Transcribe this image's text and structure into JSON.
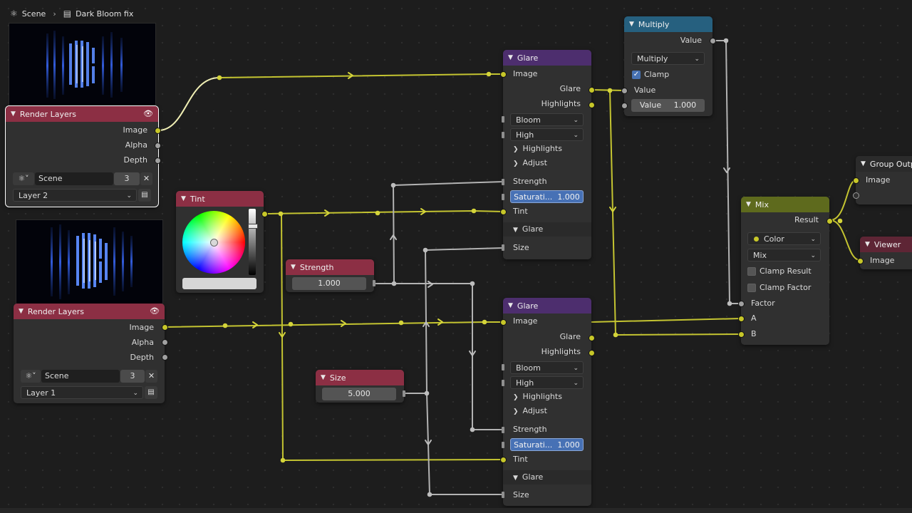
{
  "breadcrumb": {
    "scene": "Scene",
    "scene_icon": "scene-icon",
    "tree": "Dark Bloom fix",
    "tree_icon": "node-tree-icon"
  },
  "render_layers_top": {
    "title": "Render Layers",
    "outputs": [
      "Image",
      "Alpha",
      "Depth"
    ],
    "scene": "Scene",
    "scene_users": "3",
    "layer": "Layer 2"
  },
  "render_layers_bottom": {
    "title": "Render Layers",
    "outputs": [
      "Image",
      "Alpha",
      "Depth"
    ],
    "scene": "Scene",
    "scene_users": "3",
    "layer": "Layer 1"
  },
  "tint": {
    "title": "Tint"
  },
  "strength": {
    "title": "Strength",
    "value": "1.000"
  },
  "size": {
    "title": "Size",
    "value": "5.000"
  },
  "glare_top": {
    "title": "Glare",
    "input_image": "Image",
    "outputs": [
      "Glare",
      "Highlights"
    ],
    "type": "Bloom",
    "quality": "High",
    "highlights_panel": "Highlights",
    "adjust_panel": "Adjust",
    "strength_label": "Strength",
    "saturation_label": "Saturati...",
    "saturation_value": "1.000",
    "tint_label": "Tint",
    "glare_panel": "Glare",
    "size_label": "Size"
  },
  "glare_bottom": {
    "title": "Glare",
    "input_image": "Image",
    "outputs": [
      "Glare",
      "Highlights"
    ],
    "type": "Bloom",
    "quality": "High",
    "highlights_panel": "Highlights",
    "adjust_panel": "Adjust",
    "strength_label": "Strength",
    "saturation_label": "Saturati...",
    "saturation_value": "1.000",
    "tint_label": "Tint",
    "glare_panel": "Glare",
    "size_label": "Size"
  },
  "multiply": {
    "title": "Multiply",
    "output": "Value",
    "operation": "Multiply",
    "clamp_label": "Clamp",
    "clamp_checked": true,
    "input1": "Value",
    "input2_label": "Value",
    "input2_value": "1.000"
  },
  "mix": {
    "title": "Mix",
    "output": "Result",
    "data_type": "Color",
    "blend": "Mix",
    "clamp_result": "Clamp Result",
    "clamp_factor": "Clamp Factor",
    "inputs": [
      "Factor",
      "A",
      "B"
    ]
  },
  "group_output": {
    "title": "Group Outpu",
    "input": "Image"
  },
  "viewer": {
    "title": "Viewer",
    "input": "Image"
  },
  "colors": {
    "socket_color": "#c7c729",
    "socket_float": "#a1a1a1",
    "wire_color": "#c4c431",
    "wire_float": "#b3b3b3",
    "header_render_layers": "#8c2f44",
    "header_glare": "#4d2e6e",
    "header_multiply": "#26607f",
    "header_mix": "#5e6a1d"
  }
}
